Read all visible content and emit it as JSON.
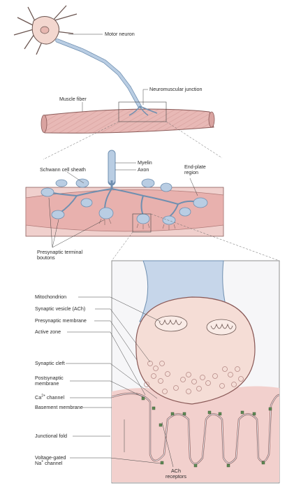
{
  "labels": {
    "motor_neuron": "Motor neuron",
    "neuromuscular_junction": "Neuromuscular junction",
    "muscle_fiber": "Muscle fiber",
    "myelin": "Myelin",
    "axon": "Axon",
    "schwann_cell_sheath": "Schwann cell sheath",
    "end_plate_region_1": "End-plate",
    "end_plate_region_2": "region",
    "presynaptic_boutons_1": "Presynaptic terminal",
    "presynaptic_boutons_2": "boutons",
    "mitochondrion": "Mitochondrion",
    "synaptic_vesicle": "Synaptic vesicle (ACh)",
    "presynaptic_membrane": "Presynaptic membrane",
    "active_zone": "Active zone",
    "synaptic_cleft": "Synaptic cleft",
    "postsynaptic_membrane_1": "Postsynaptic",
    "postsynaptic_membrane_2": "membrane",
    "ca_channel_prefix": "Ca",
    "ca_channel_sup": "2+",
    "ca_channel_suffix": " channel",
    "basement_membrane": "Basement membrane",
    "junctional_fold": "Junctional fold",
    "voltage_gated_1": "Voltage-gated",
    "voltage_gated_2_prefix": "Na",
    "voltage_gated_2_sup": "+",
    "voltage_gated_2_suffix": " channel",
    "ach_receptors_1": "ACh",
    "ach_receptors_2": "receptors"
  },
  "colors": {
    "muscle": "#e8b9b6",
    "muscle_dark": "#c98a88",
    "axon_blue": "#b9cde3",
    "axon_outline": "#6f8fb0",
    "neuron_body": "#f3d7cf",
    "terminal": "#f5ddd6",
    "cleft": "#eef1f6",
    "channel_green": "#5f8a55"
  }
}
